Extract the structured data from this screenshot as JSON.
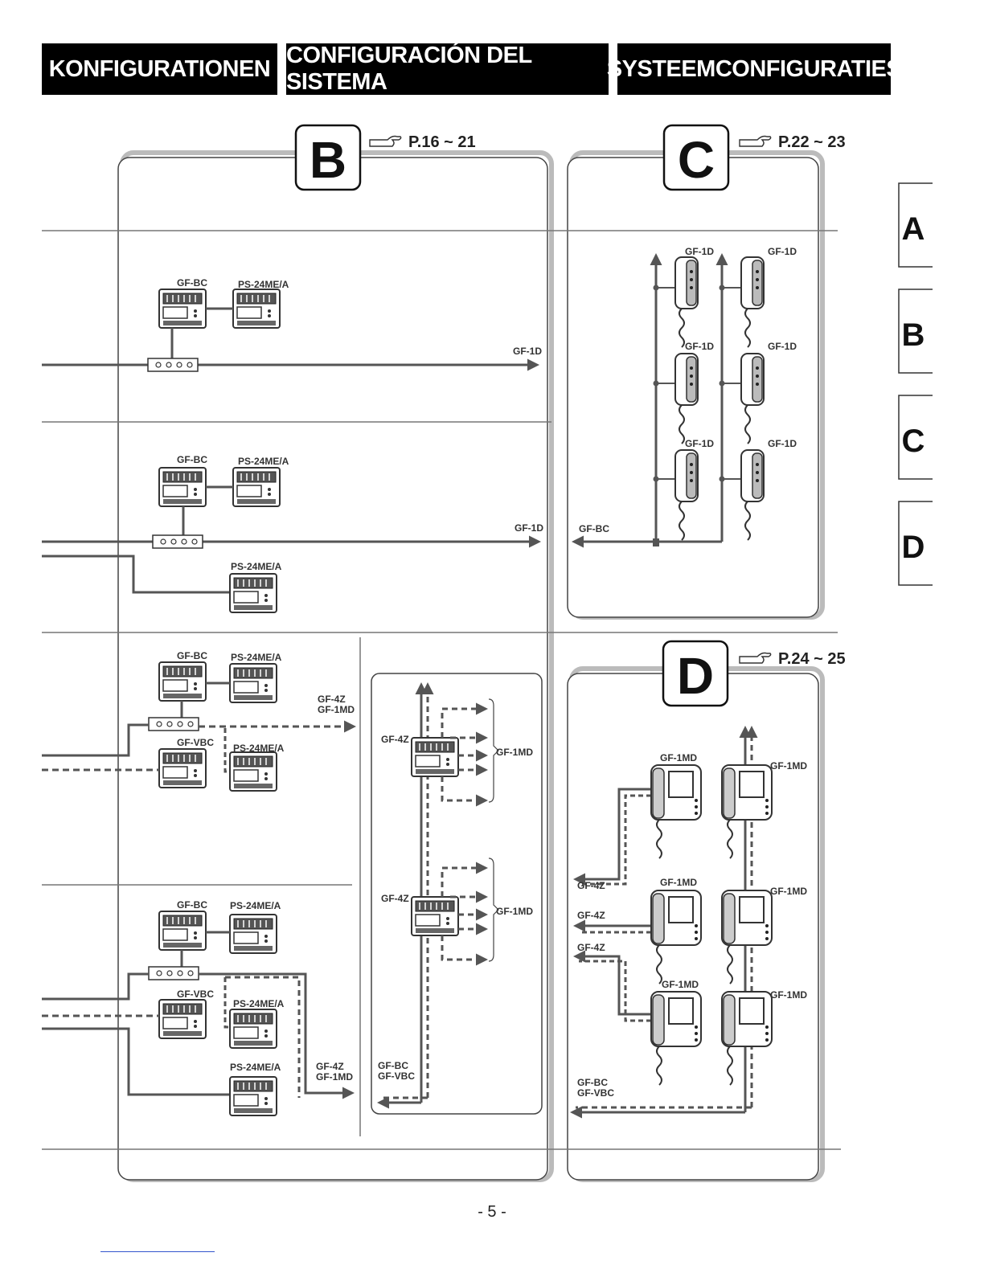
{
  "headers": {
    "de": "KONFIGURATIONEN",
    "es": "CONFIGURACIÓN DEL SISTEMA",
    "nl": "SYSTEEMCONFIGURATIES"
  },
  "sections": {
    "b": {
      "letter": "B",
      "page_ref": "P.16 ~ 21"
    },
    "c": {
      "letter": "C",
      "page_ref": "P.22 ~ 23"
    },
    "d": {
      "letter": "D",
      "page_ref": "P.24 ~ 25"
    }
  },
  "side_tabs": [
    "A",
    "B",
    "C",
    "D"
  ],
  "labels": {
    "gf_bc": "GF-BC",
    "gf_vbc": "GF-VBC",
    "ps24": "PS-24ME/A",
    "gf_1d": "GF-1D",
    "gf_4z": "GF-4Z",
    "gf_1md": "GF-1MD"
  },
  "page_number": "- 5 -"
}
